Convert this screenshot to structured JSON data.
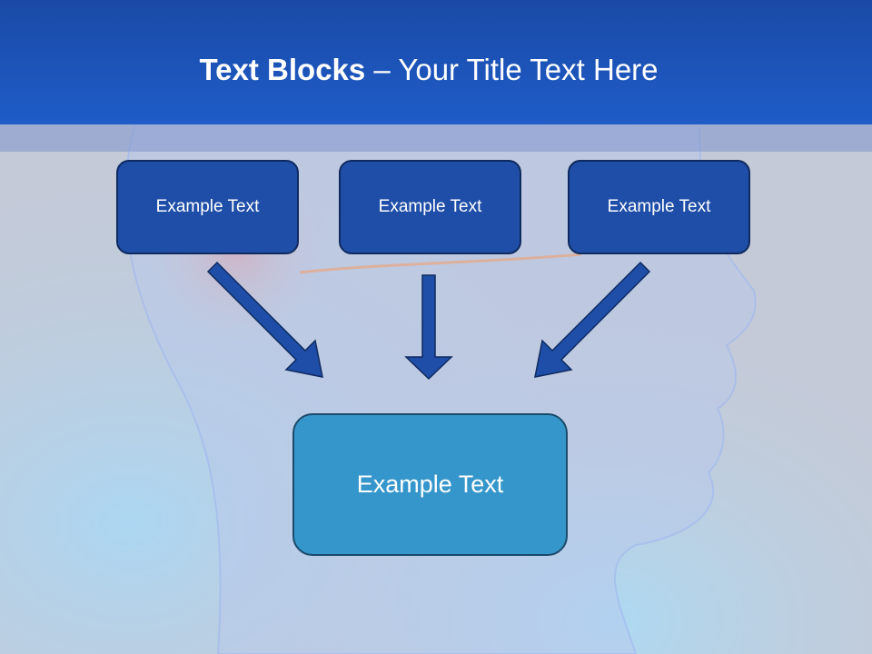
{
  "slide": {
    "title_bold": "Text Blocks",
    "title_sep": " – ",
    "title_rest": "Your Title Text Here"
  },
  "blocks": {
    "top": [
      "Example Text",
      "Example Text",
      "Example Text"
    ],
    "bottom": "Example Text"
  },
  "colors": {
    "header": "#1f5cc8",
    "top_box_fill": "#1f4ea8",
    "bottom_box_fill": "#3596cb",
    "arrow_fill": "#1f4ea8"
  }
}
